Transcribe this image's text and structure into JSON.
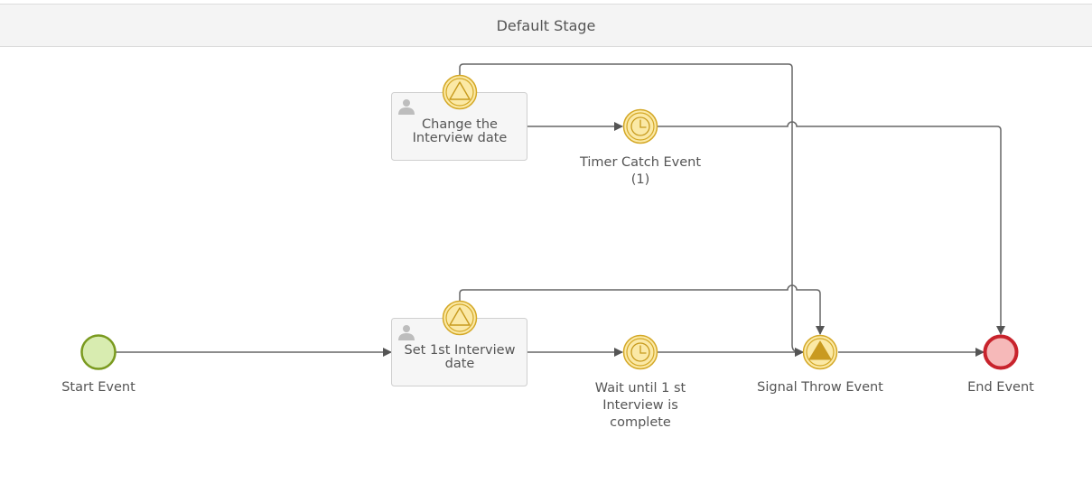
{
  "stage": {
    "title": "Default Stage"
  },
  "colors": {
    "start_fill": "#d8ecb0",
    "start_stroke": "#7a9a1f",
    "end_fill": "#f6b9b9",
    "end_stroke": "#c8232c",
    "event_fill": "#fbe9a6",
    "event_stroke": "#d4a826",
    "connector": "#666666"
  },
  "elements": {
    "start_event": {
      "label": "Start Event",
      "icon": "start-circle"
    },
    "task_set_first": {
      "line1": "Set 1st Interview",
      "line2": "date",
      "icon": "user-icon"
    },
    "task_change_date": {
      "line1": "Change the",
      "line2": "Interview date",
      "icon": "user-icon"
    },
    "timer_wait": {
      "line1": "Wait until 1 st",
      "line2": "Interview is",
      "line3": "complete",
      "icon": "clock-icon"
    },
    "timer_catch": {
      "line1": "Timer Catch Event",
      "line2": "(1)",
      "icon": "clock-icon"
    },
    "signal_throw": {
      "label": "Signal Throw Event",
      "icon": "filled-triangle-icon"
    },
    "end_event": {
      "label": "End Event",
      "icon": "end-circle"
    },
    "boundary_signal_top": {
      "icon": "triangle-outline-icon"
    },
    "boundary_signal_bottom": {
      "icon": "triangle-outline-icon"
    }
  }
}
